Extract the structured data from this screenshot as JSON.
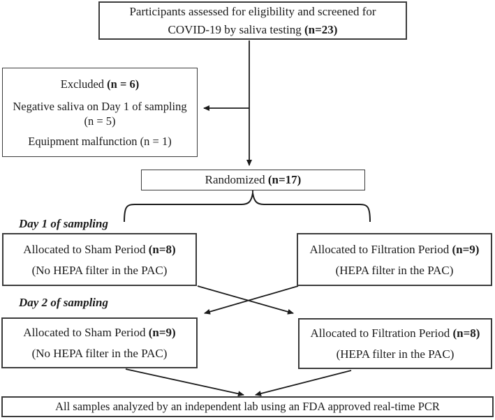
{
  "colors": {
    "border": "#3b3b3b",
    "line": "#1b1b1b",
    "text": "#1b1b1b",
    "background": "#ffffff"
  },
  "top_box": {
    "line1": "Participants assessed for eligibility and screened for",
    "line2": "COVID-19 by saliva testing",
    "line2_n": "(n=23)"
  },
  "excluded_box": {
    "title": "Excluded",
    "title_n": "(n = 6)",
    "reason1": "Negative saliva on Day 1 of sampling",
    "reason1_n": "(n = 5)",
    "reason2": "Equipment malfunction (n = 1)"
  },
  "randomized_box": {
    "label": "Randomized",
    "n": "(n=17)"
  },
  "day1": {
    "label": "Day 1 of sampling",
    "sham": {
      "line1": "Allocated to Sham Period",
      "n": "(n=8)",
      "line2": "(No HEPA filter in the PAC)"
    },
    "filtration": {
      "line1": "Allocated to Filtration Period",
      "n": "(n=9)",
      "line2": "(HEPA filter in the PAC)"
    }
  },
  "day2": {
    "label": "Day 2 of sampling",
    "sham": {
      "line1": "Allocated to Sham Period",
      "n": "(n=9)",
      "line2": "(No HEPA filter in the PAC)"
    },
    "filtration": {
      "line1": "Allocated to Filtration Period",
      "n": "(n=8)",
      "line2": "(HEPA filter in the PAC)"
    }
  },
  "bottom_box": {
    "text": "All samples analyzed by an independent lab using an FDA approved real-time PCR"
  }
}
